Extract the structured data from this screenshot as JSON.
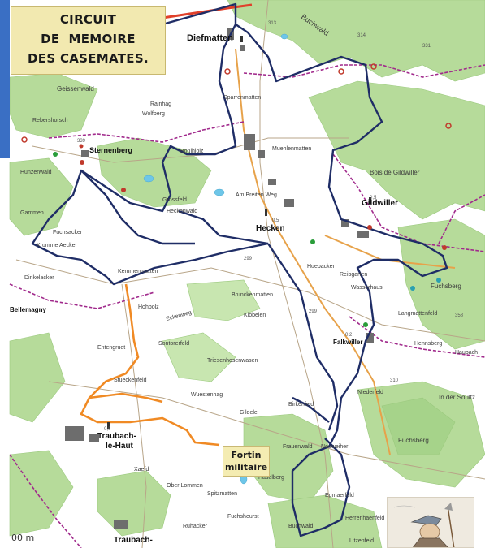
{
  "title": {
    "lines": [
      "CIRCUIT",
      "DE  MEMOIRE",
      "DES CASEMATES."
    ]
  },
  "fortin": {
    "line1": "Fortin",
    "line2": "militaire"
  },
  "scale_label": "00 m",
  "towns": {
    "diefmatten": "Diefmatten",
    "sternenberg": "Sternenberg",
    "hecken": "Hecken",
    "gildwiller": "Gildwiller",
    "falkwiller": "Falkwiller",
    "traubach_haut_1": "Traubach-",
    "traubach_haut_2": "le-Haut",
    "traubach_bas": "Traubach-",
    "bellemagny": "Bellemagny"
  },
  "places": {
    "geissenwald": "Geissenwald",
    "rebershorsch": "Rebershorsch",
    "wolfberg": "Wolfberg",
    "bonihiolz": "Bonihiolz",
    "rainhag": "Rainhag",
    "sparrenmatten": "Sparrenmatten",
    "muehlenmatten": "Muehlenmatten",
    "buchwald": "Buchwald",
    "bois_gildwiller": "Bois de Gildwiller",
    "gammen": "Gammen",
    "krumme_aecker": "Krumme Aecker",
    "dinkelacker": "Dinkelacker",
    "kemmenmatten": "Kemmenmatten",
    "hohbolz": "Hohbolz",
    "eckenweg": "Eckenweg",
    "brunckenmatten": "Brunckenmatten",
    "klobelen": "Klobelen",
    "huebacker": "Huebacker",
    "reibgarten": "Reibgarten",
    "wasserhaus": "Wasserhaus",
    "fuchsberg": "Fuchsberg",
    "langmattenfeld": "Langmattenfeld",
    "hennsberg": "Hennsberg",
    "haubach": "Haubach",
    "in_der_soultz": "In der Soultz",
    "niederfeld": "Niederfeld",
    "fuchsberg_s": "Fuchsberg",
    "sontorerfeld": "Sontorerfeld",
    "triesenhosenwasen": "Triesenhosenwasen",
    "wuestenhag": "Wuestenhag",
    "gildele": "Gildele",
    "birkenfeld": "Birkenfeld",
    "frauenwald": "Frauenwald",
    "neuweiher": "Neuweiher",
    "egmaerfeld": "Egmaerfeld",
    "haselberg": "Haselberg",
    "buchwald_s": "Buchwald",
    "herrenhaeng": "Herrenhaenfeld",
    "litzenfeld": "Litzenfeld",
    "ober_lommen": "Ober Lommen",
    "spitzmatten": "Spitzmatten",
    "fuchsheurst": "Fuchsheurst",
    "ruhacker": "Ruhacker",
    "xaefd": "Xaefd",
    "stueckenfeld": "Stueckenfeld",
    "entengruet": "Entengruet",
    "grossfeld": "Grossfeld",
    "heckenwald": "Heckenwald",
    "fuchsacker": "Fuchsacker",
    "hunzenwald": "Hunzenwald",
    "im_breiten_weg": "Am Breiten Weg"
  },
  "colors": {
    "forest": "#b6db9a",
    "forest_dark": "#9ccd7e",
    "field": "#ffffff",
    "route_blue": "#1f2d66",
    "route_orange": "#f08a24",
    "trail_magenta": "#a12a8c",
    "road_red": "#e0402a",
    "water": "#6ec6e8",
    "title_bg": "#f2e9b0"
  },
  "icons": [
    "church-icon",
    "marker-icon",
    "figure-drawing"
  ]
}
